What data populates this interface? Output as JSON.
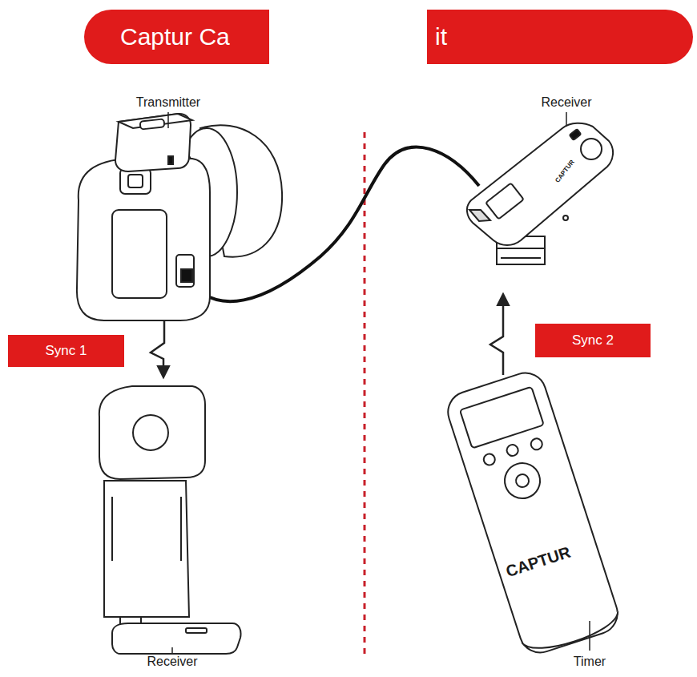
{
  "diagram": {
    "nodes": [
      {
        "text": [
          "Captur Ca"
        ]
      },
      {
        "text": [
          "it"
        ]
      },
      {
        "text": [
          "Sync 1"
        ]
      },
      {
        "text": [
          "Sync 2"
        ]
      }
    ],
    "labels": [
      "Transmitter",
      "Receiver",
      "CAPTUR",
      "Receiver",
      "CAPTUR",
      "Timer"
    ]
  }
}
